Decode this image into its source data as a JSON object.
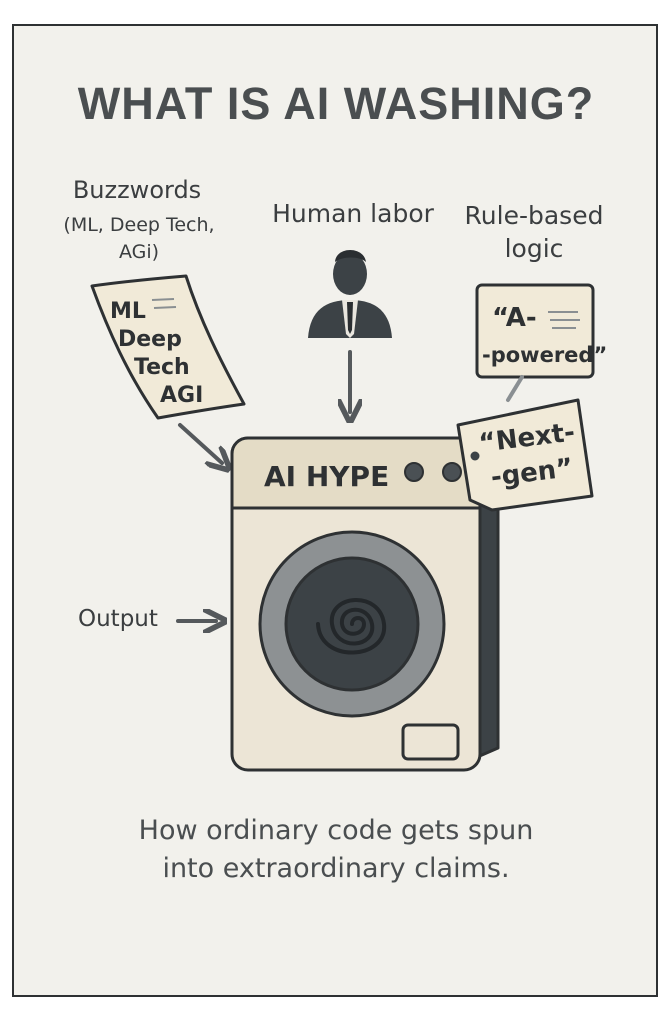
{
  "title": "WHAT IS AI WASHING?",
  "inputs": {
    "buzzwords": {
      "label": "Buzzwords",
      "sublabel_line1": "(ML, Deep Tech,",
      "sublabel_line2": "AGi)",
      "note_lines": [
        "ML",
        "Deep",
        "Tech",
        "AGI"
      ]
    },
    "human_labor": {
      "label": "Human labor",
      "icon": "person-icon"
    },
    "rule_based": {
      "label_line1": "Rule-based",
      "label_line2": "logic",
      "note_line1": "“A-",
      "note_line2": "-powered”"
    }
  },
  "machine": {
    "panel_label": "AI HYPE",
    "tag_line1": "“Next-",
    "tag_line2": "-gen”",
    "icon": "washing-machine-icon"
  },
  "output_label": "Output",
  "caption_line1": "How ordinary code gets spun",
  "caption_line2": "into extraordinary claims.",
  "colors": {
    "background": "#f2f1ec",
    "machine_body": "#ece5d6",
    "machine_side": "#3c4246",
    "outline": "#2e3133",
    "note": "#f1ead8",
    "arrow": "#55595c"
  }
}
